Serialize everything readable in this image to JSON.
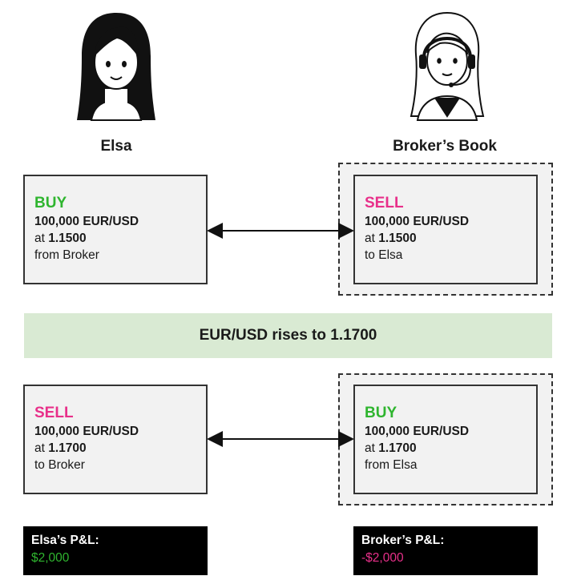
{
  "colors": {
    "buy": "#2fb52f",
    "sell": "#e8308a",
    "profit": "#2fb52f",
    "loss": "#e8308a",
    "banner_bg": "#d9ead3",
    "box_bg": "#f2f2f2"
  },
  "parties": {
    "left": {
      "name": "Elsa",
      "avatar_icon": "woman-long-hair-icon"
    },
    "right": {
      "name": "Broker’s Book",
      "avatar_icon": "operator-headset-icon"
    }
  },
  "trades": {
    "top_left": {
      "action": "BUY",
      "pair": "100,000 EUR/USD",
      "at": "at",
      "rate": "1.1500",
      "counterparty": "from Broker"
    },
    "top_right": {
      "action": "SELL",
      "pair": "100,000 EUR/USD",
      "at": "at",
      "rate": "1.1500",
      "counterparty": "to Elsa"
    },
    "bottom_left": {
      "action": "SELL",
      "pair": "100,000 EUR/USD",
      "at": "at",
      "rate": "1.1700",
      "counterparty": "to Broker"
    },
    "bottom_right": {
      "action": "BUY",
      "pair": "100,000 EUR/USD",
      "at": "at",
      "rate": "1.1700",
      "counterparty": "from Elsa"
    }
  },
  "banner": {
    "text": "EUR/USD rises to 1.1700"
  },
  "pnl": {
    "left": {
      "title": "Elsa’s P&L:",
      "value": "$2,000"
    },
    "right": {
      "title": "Broker’s P&L:",
      "value": "-$2,000"
    }
  }
}
